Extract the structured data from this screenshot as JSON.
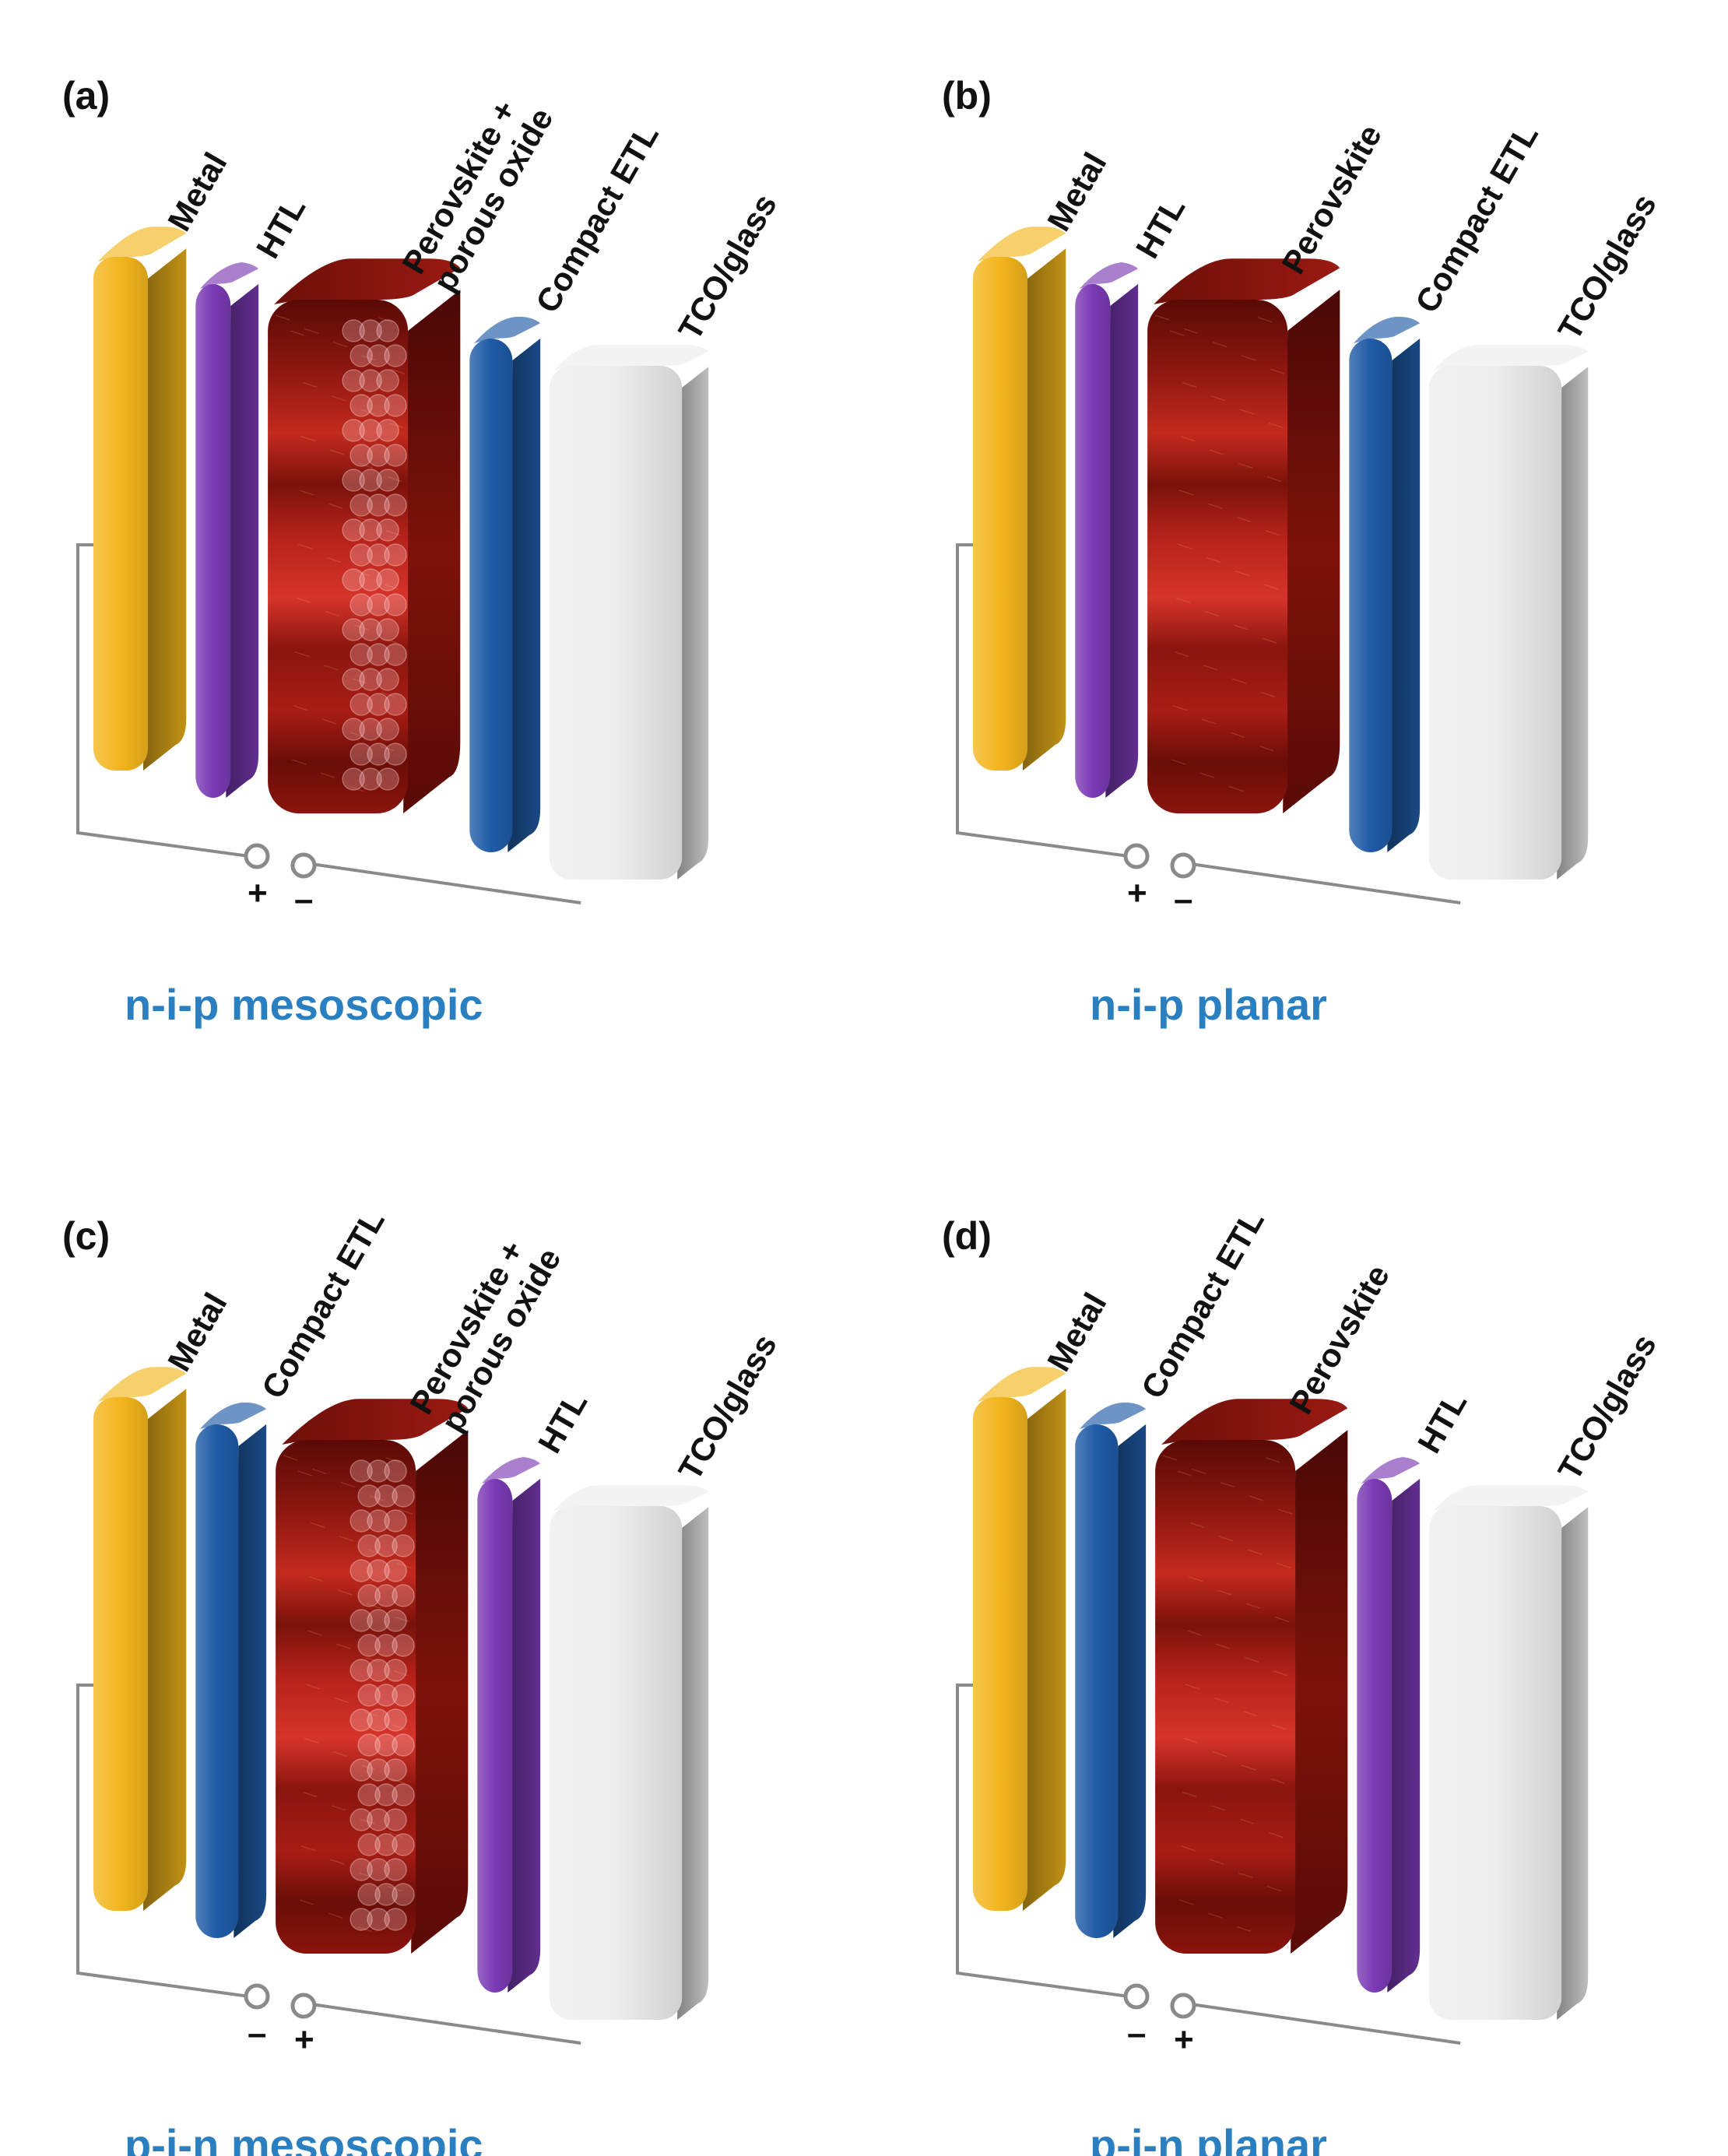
{
  "colors": {
    "metal": "#f2b51c",
    "htl": "#7a3ab4",
    "etl": "#1f5ba6",
    "perovskite": "#a0150f",
    "tco_glass": "#ededed",
    "wire": "#8a8a8a",
    "caption": "#2a7fc1",
    "text": "#111111"
  },
  "panels": [
    {
      "letter": "(a)",
      "caption": "n-i-p mesoscopic",
      "perovskite_has_porous_oxide": true,
      "layers": [
        {
          "type": "metal",
          "label": "Metal"
        },
        {
          "type": "htl",
          "label": "HTL"
        },
        {
          "type": "perovskite",
          "label_line1": "Perovskite +",
          "label_line2": "porous oxide"
        },
        {
          "type": "etl",
          "label": "Compact ETL"
        },
        {
          "type": "tco_glass",
          "label": "TCO/glass"
        }
      ],
      "terminal_left": "+",
      "terminal_right": "–"
    },
    {
      "letter": "(b)",
      "caption": "n-i-p planar",
      "perovskite_has_porous_oxide": false,
      "layers": [
        {
          "type": "metal",
          "label": "Metal"
        },
        {
          "type": "htl",
          "label": "HTL"
        },
        {
          "type": "perovskite",
          "label_line1": "Perovskite",
          "label_line2": ""
        },
        {
          "type": "etl",
          "label": "Compact ETL"
        },
        {
          "type": "tco_glass",
          "label": "TCO/glass"
        }
      ],
      "terminal_left": "+",
      "terminal_right": "–"
    },
    {
      "letter": "(c)",
      "caption": "p-i-n mesoscopic",
      "perovskite_has_porous_oxide": true,
      "layers": [
        {
          "type": "metal",
          "label": "Metal"
        },
        {
          "type": "etl",
          "label": "Compact ETL"
        },
        {
          "type": "perovskite",
          "label_line1": "Perovskite +",
          "label_line2": "porous oxide"
        },
        {
          "type": "htl",
          "label": "HTL"
        },
        {
          "type": "tco_glass",
          "label": "TCO/glass"
        }
      ],
      "terminal_left": "–",
      "terminal_right": "+"
    },
    {
      "letter": "(d)",
      "caption": "p-i-n planar",
      "perovskite_has_porous_oxide": false,
      "layers": [
        {
          "type": "metal",
          "label": "Metal"
        },
        {
          "type": "etl",
          "label": "Compact ETL"
        },
        {
          "type": "perovskite",
          "label_line1": "Perovskite",
          "label_line2": ""
        },
        {
          "type": "htl",
          "label": "HTL"
        },
        {
          "type": "tco_glass",
          "label": "TCO/glass"
        }
      ],
      "terminal_left": "–",
      "terminal_right": "+"
    }
  ]
}
